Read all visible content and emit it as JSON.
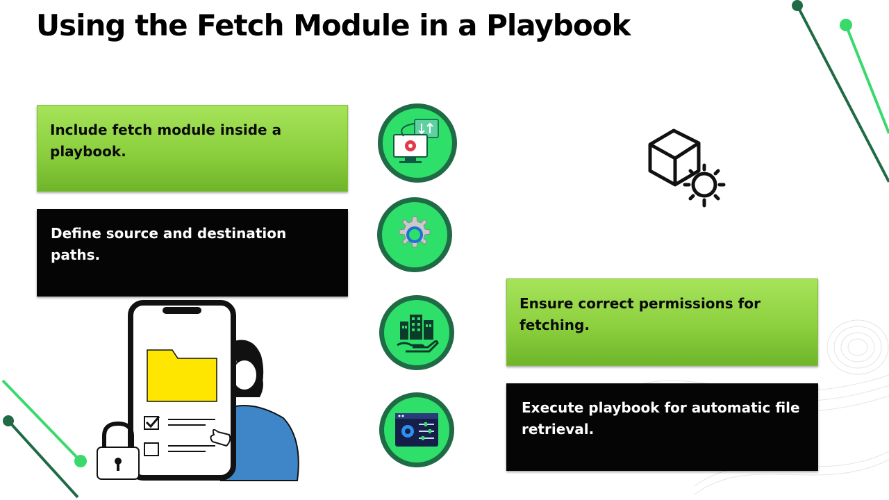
{
  "slide": {
    "title": "Using the Fetch Module in a Playbook",
    "steps": [
      {
        "text": "Include fetch module inside a playbook.",
        "style": "green"
      },
      {
        "text": "Define source and destination paths.",
        "style": "black"
      },
      {
        "text": "Ensure correct permissions for fetching.",
        "style": "green"
      },
      {
        "text": "Execute playbook for automatic file retrieval.",
        "style": "black"
      }
    ],
    "icons": [
      "file-transfer-icon",
      "gear-icon",
      "buildings-hand-icon",
      "settings-panel-icon",
      "package-gear-icon"
    ]
  },
  "colors": {
    "green_box": "#8cd03e",
    "black_box": "#050505",
    "circle_fill": "#2ee069",
    "circle_border": "#1f6b45",
    "accent_line_dark": "#1f6b45",
    "accent_line_light": "#39d96c"
  }
}
